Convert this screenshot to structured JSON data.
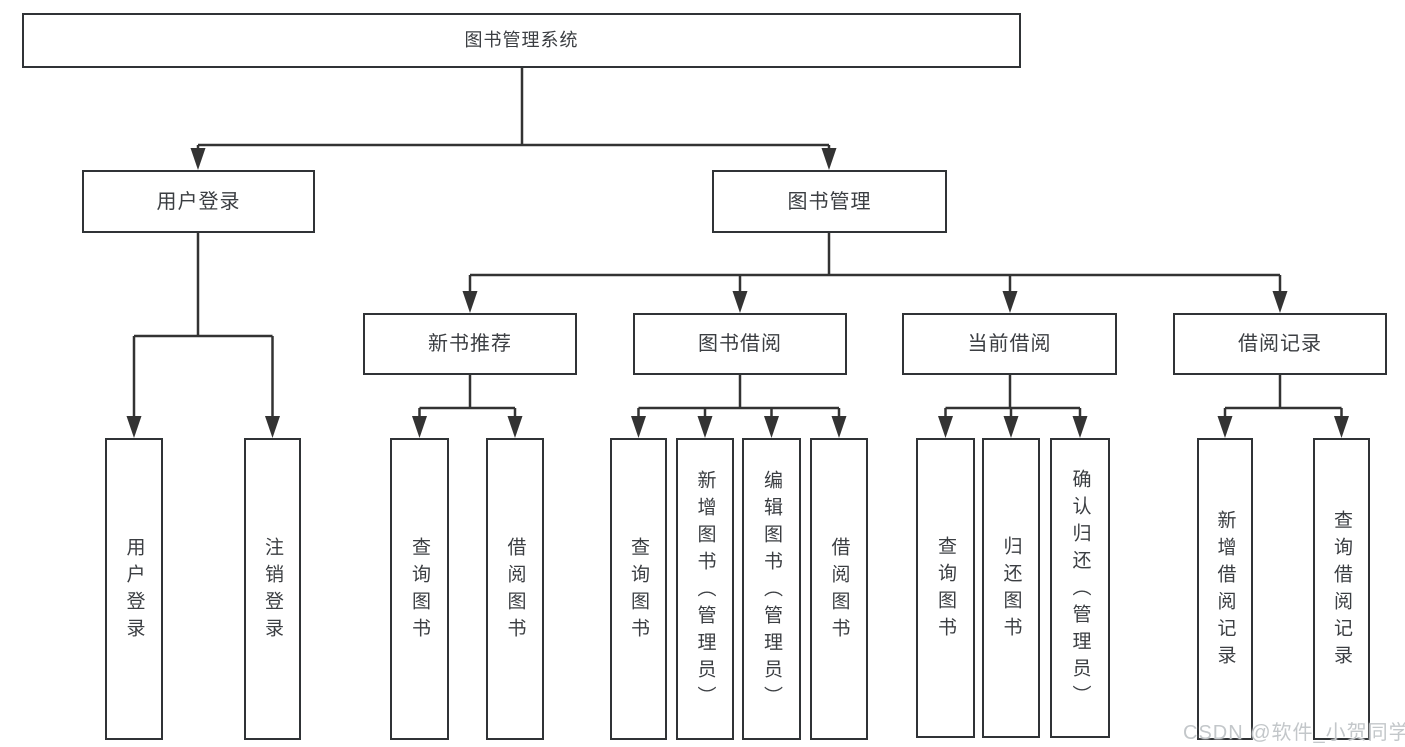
{
  "root": {
    "label": "图书管理系统"
  },
  "user_login": {
    "label": "用户登录",
    "children": [
      {
        "label": "用户登录"
      },
      {
        "label": "注销登录"
      }
    ]
  },
  "book_management": {
    "label": "图书管理",
    "sections": [
      {
        "label": "新书推荐",
        "children": [
          {
            "label": "查询图书"
          },
          {
            "label": "借阅图书"
          }
        ]
      },
      {
        "label": "图书借阅",
        "children": [
          {
            "label": "查询图书"
          },
          {
            "label": "新增图书（管理员）"
          },
          {
            "label": "编辑图书（管理员）"
          },
          {
            "label": "借阅图书"
          }
        ]
      },
      {
        "label": "当前借阅",
        "children": [
          {
            "label": "查询图书"
          },
          {
            "label": "归还图书"
          },
          {
            "label": "确认归还（管理员）"
          }
        ]
      },
      {
        "label": "借阅记录",
        "children": [
          {
            "label": "新增借阅记录"
          },
          {
            "label": "查询借阅记录"
          }
        ]
      }
    ]
  },
  "watermark": {
    "text": "CSDN @软件_小贺同学"
  },
  "colors": {
    "line": "#333333",
    "text": "#3b3e42",
    "box_border": "#303336",
    "box_background": "#ffffff",
    "page_background": "#ffffff",
    "watermark": "#c3c7ca"
  }
}
